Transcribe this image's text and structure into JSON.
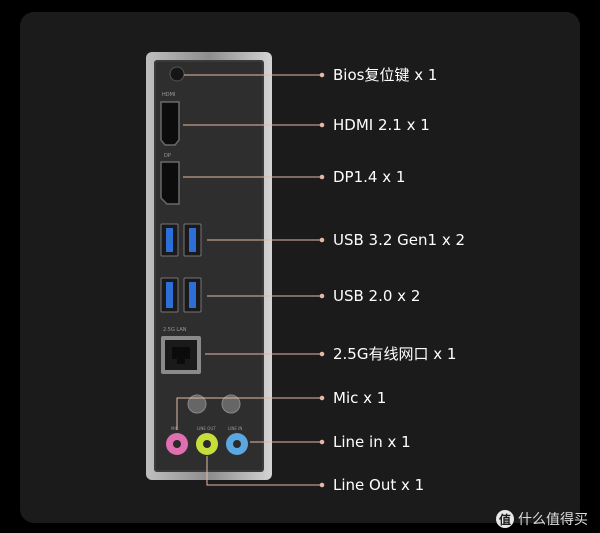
{
  "ports": [
    {
      "name": "bios-reset",
      "label": "Bios复位键 x 1"
    },
    {
      "name": "hdmi",
      "label": "HDMI 2.1 x 1"
    },
    {
      "name": "dp",
      "label": "DP1.4 x 1"
    },
    {
      "name": "usb32",
      "label": "USB 3.2 Gen1 x 2"
    },
    {
      "name": "usb20",
      "label": "USB 2.0 x 2"
    },
    {
      "name": "lan",
      "label": "2.5G有线网口 x 1"
    },
    {
      "name": "mic",
      "label": "Mic x 1"
    },
    {
      "name": "line-in",
      "label": "Line in x 1"
    },
    {
      "name": "line-out",
      "label": "Line Out x 1"
    }
  ],
  "panel_marks": {
    "hdmi": "HDMI",
    "dp": "DP",
    "lan": "2.5G LAN",
    "mic": "MIC",
    "line_out": "LINE OUT",
    "line_in": "LINE IN"
  },
  "watermark": {
    "badge": "值",
    "text": "什么值得买"
  },
  "colors": {
    "background": "#1b1b1b",
    "leader_line": "#e2b9a4",
    "mic_jack": "#e06fb0",
    "line_out_jack": "#c7dd3a",
    "line_in_jack": "#5aa7e2",
    "usb3_blue": "#2d6fd6"
  }
}
